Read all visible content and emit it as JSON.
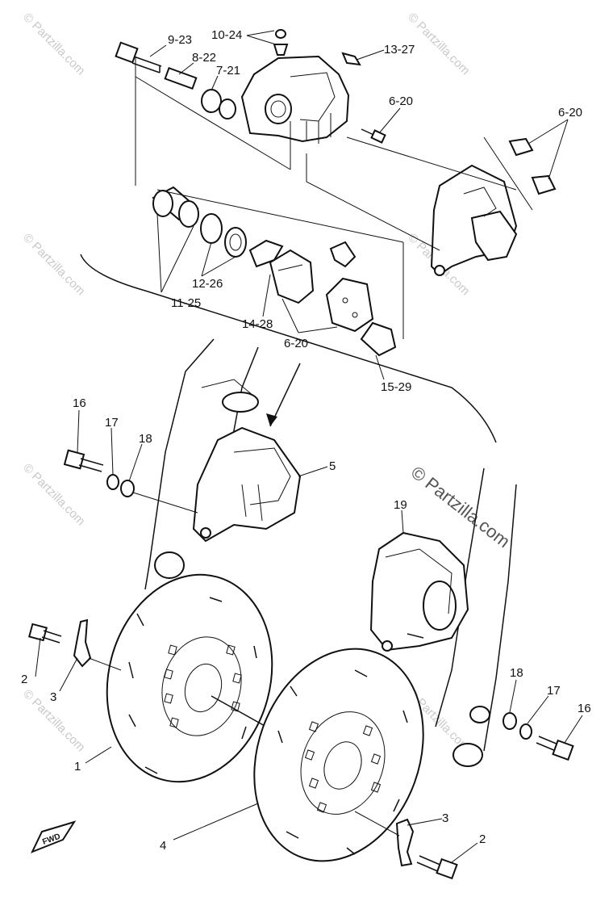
{
  "watermarks": {
    "small": "© Partzilla.com",
    "center": "© Partzilla.com"
  },
  "labels": {
    "l_9_23": "9-23",
    "l_10_24": "10-24",
    "l_8_22": "8-22",
    "l_7_21": "7-21",
    "l_13_27": "13-27",
    "l_6_20_a": "6-20",
    "l_6_20_b": "6-20",
    "l_6_20_c": "6-20",
    "l_12_26": "12-26",
    "l_11_25": "11-25",
    "l_14_28": "14-28",
    "l_15_29": "15-29",
    "l_16_a": "16",
    "l_17_a": "17",
    "l_18_a": "18",
    "l_5": "5",
    "l_19": "19",
    "l_2_a": "2",
    "l_3_a": "3",
    "l_1": "1",
    "l_18_b": "18",
    "l_17_b": "17",
    "l_16_b": "16",
    "l_4": "4",
    "l_3_b": "3",
    "l_2_b": "2",
    "fwd": "FWD"
  }
}
